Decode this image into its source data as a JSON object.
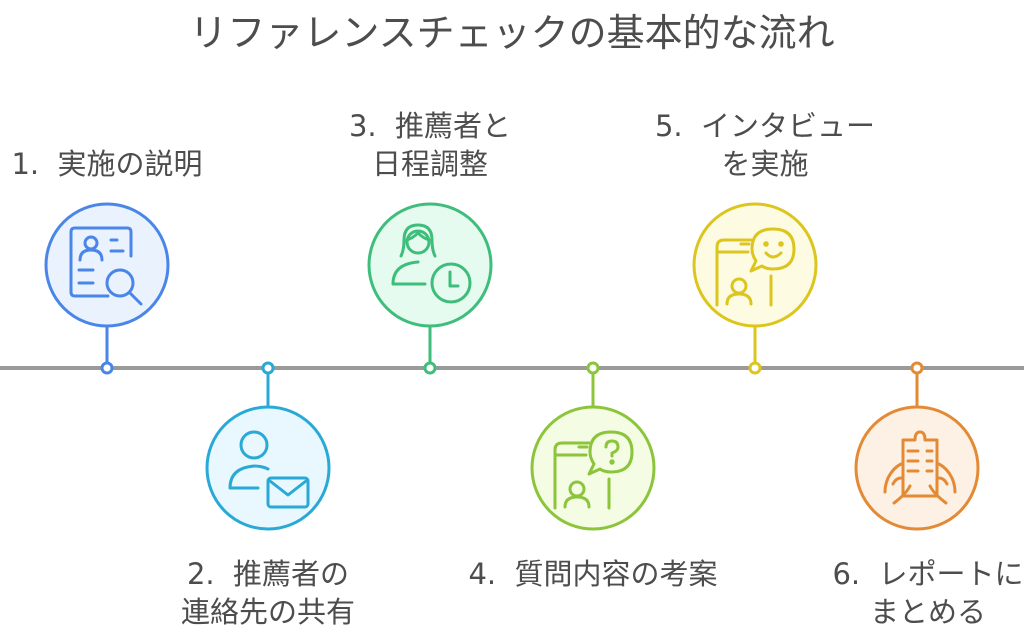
{
  "title": "リファレンスチェックの基本的な流れ",
  "steps": [
    {
      "number": "1.",
      "lines": [
        "実施の説明"
      ],
      "icon": "candidate-profile-search-icon",
      "color": "#4a86e8",
      "fill": "#eaf2fe",
      "position": "above"
    },
    {
      "number": "2.",
      "lines": [
        "推薦者の",
        "連絡先の共有"
      ],
      "icon": "person-mail-icon",
      "color": "#29a9d6",
      "fill": "#e8f8fe",
      "position": "below"
    },
    {
      "number": "3.",
      "lines": [
        "推薦者と",
        "日程調整"
      ],
      "icon": "person-clock-icon",
      "color": "#3ebd7b",
      "fill": "#e5fbf0",
      "position": "above"
    },
    {
      "number": "4.",
      "lines": [
        "質問内容の考案"
      ],
      "icon": "phone-question-icon",
      "color": "#8cc43b",
      "fill": "#f4fde4",
      "position": "below"
    },
    {
      "number": "5.",
      "lines": [
        "インタビュー",
        "を実施"
      ],
      "icon": "phone-smile-icon",
      "color": "#dcc51e",
      "fill": "#fdfbe1",
      "position": "above"
    },
    {
      "number": "6.",
      "lines": [
        "レポートに",
        "まとめる"
      ],
      "icon": "hands-clipboard-icon",
      "color": "#e48a35",
      "fill": "#fdf0e4",
      "position": "below"
    }
  ]
}
